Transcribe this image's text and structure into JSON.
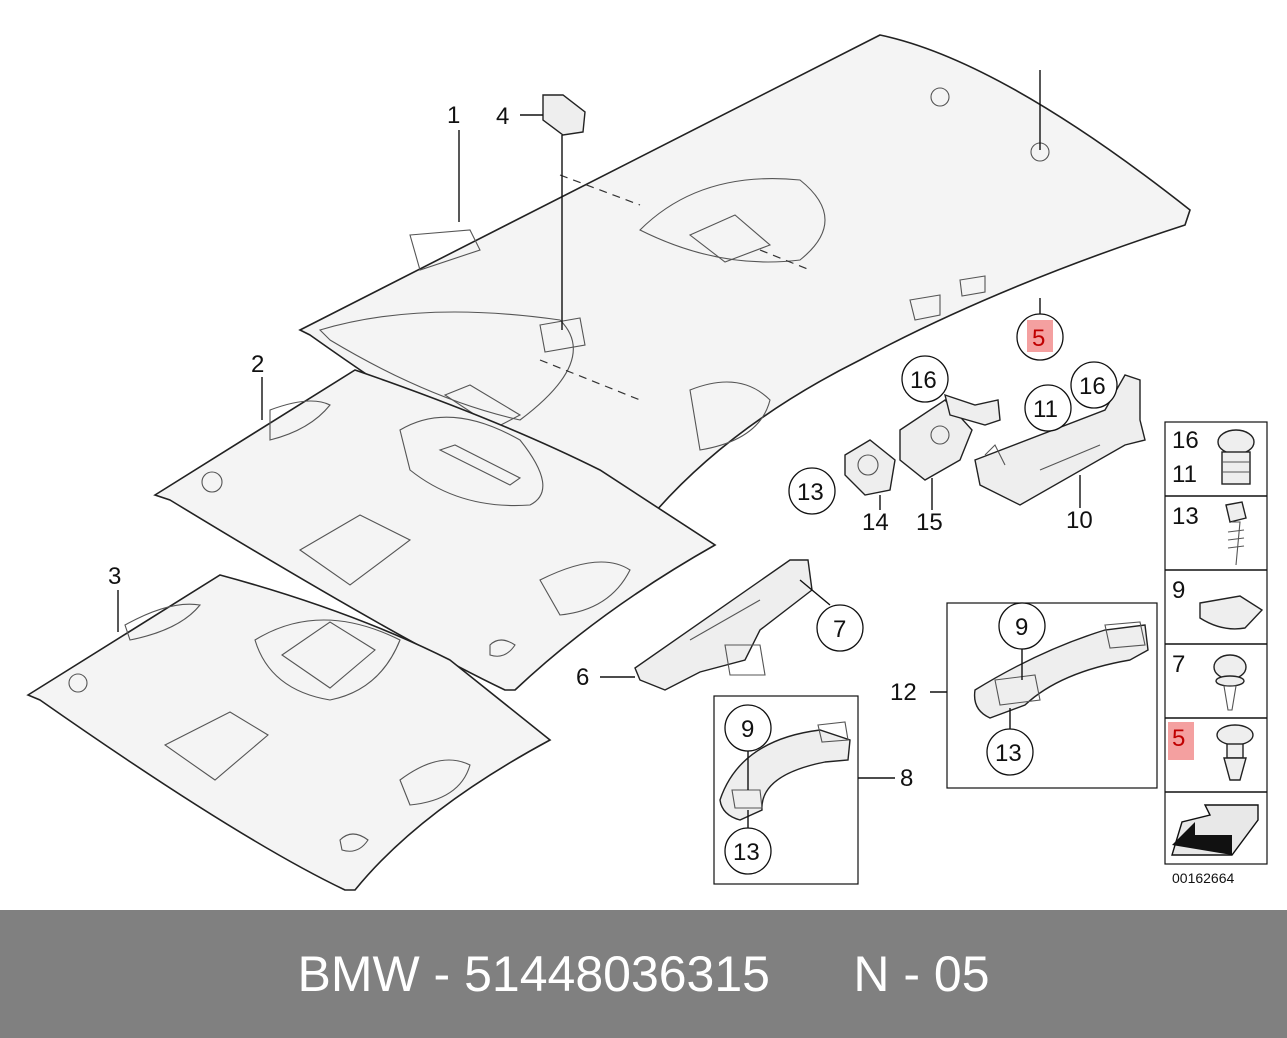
{
  "labels": {
    "l1": "1",
    "l2": "2",
    "l3": "3",
    "l4": "4",
    "l5": "5",
    "l6": "6",
    "l7": "7",
    "l8": "8",
    "l9a": "9",
    "l9b": "9",
    "l10": "10",
    "l11": "11",
    "l12": "12",
    "l13a": "13",
    "l13b": "13",
    "l13c": "13",
    "l14": "14",
    "l15": "15",
    "l16a": "16",
    "l16b": "16"
  },
  "legend": {
    "items": [
      {
        "line1": "16",
        "line2": "11"
      },
      {
        "line1": "13"
      },
      {
        "line1": "9"
      },
      {
        "line1": "7"
      },
      {
        "line1": "5"
      }
    ]
  },
  "diagram_ref": "00162664",
  "highlight_color": "#f4a0a0",
  "footer": {
    "part": "BMW - 51448036315",
    "suffix": "N - 05"
  }
}
